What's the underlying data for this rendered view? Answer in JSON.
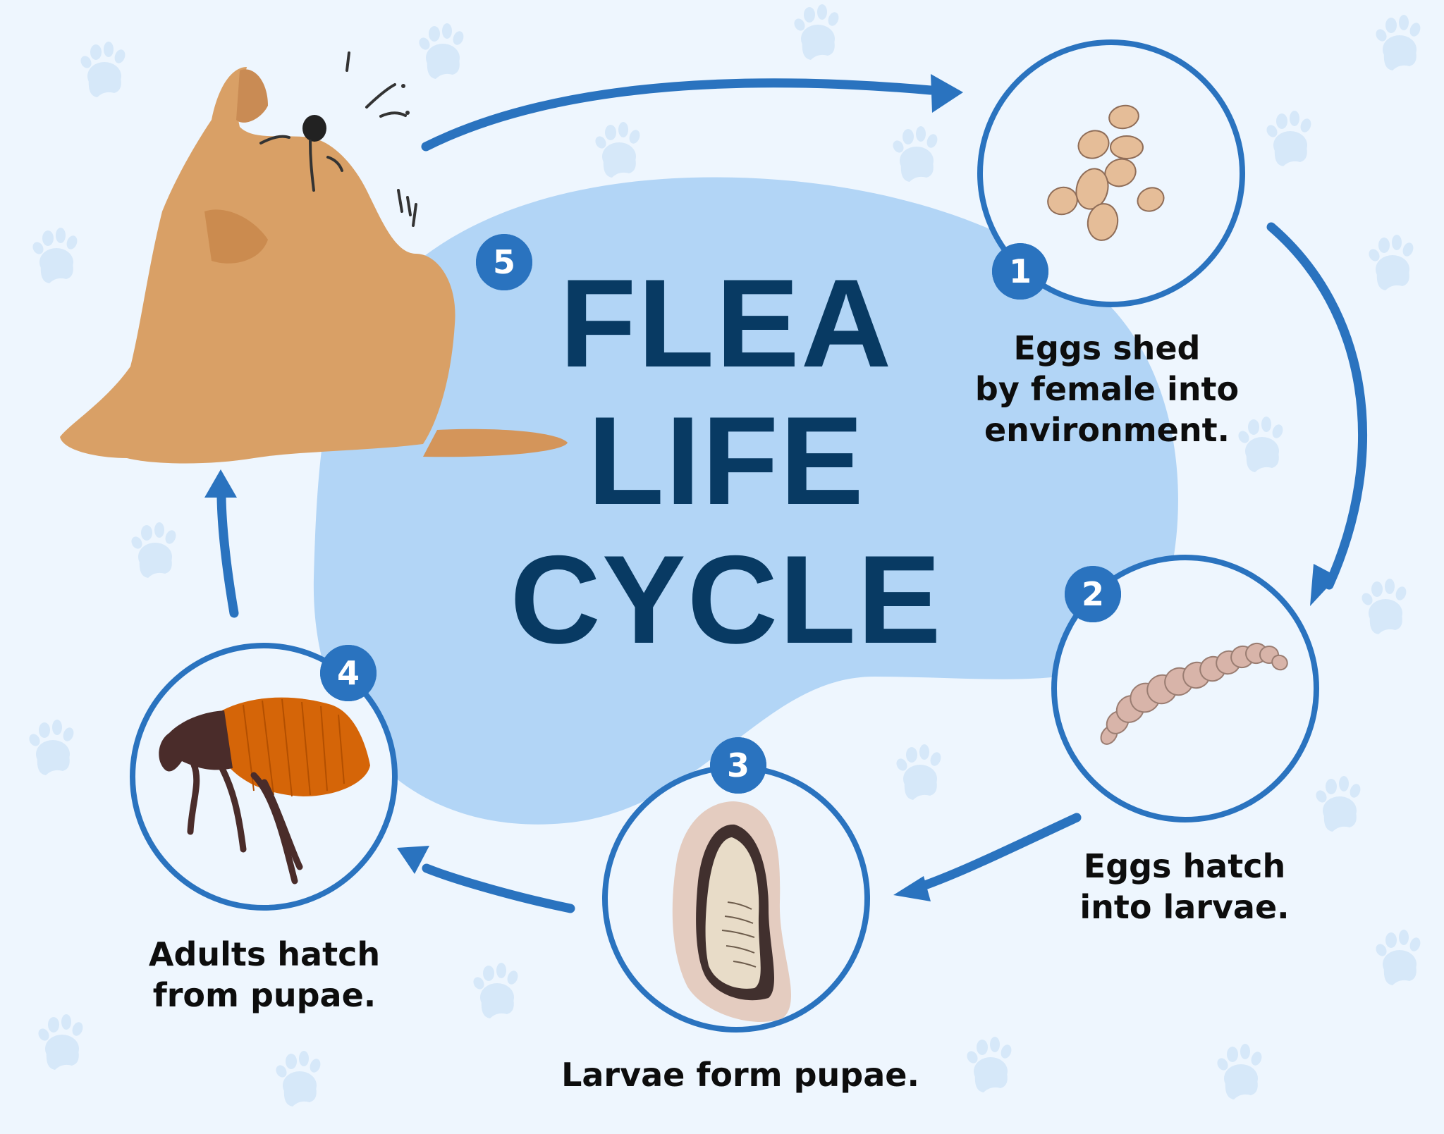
{
  "infographic": {
    "title_lines": [
      "FLEA",
      "LIFE",
      "CYCLE"
    ],
    "colors": {
      "background": "#eef6fe",
      "blob": "#b2d5f6",
      "paw_print": "#d6e8f9",
      "accent_blue": "#2a73bf",
      "title_navy": "#083a63",
      "caption_text": "#0d0d0d"
    },
    "stages": [
      {
        "number": "1",
        "caption_lines": [
          "Eggs shed",
          "by female into",
          "environment."
        ],
        "illustration": "flea-eggs"
      },
      {
        "number": "2",
        "caption_lines": [
          "Eggs hatch",
          "into larvae."
        ],
        "illustration": "larva"
      },
      {
        "number": "3",
        "caption_lines": [
          "Larvae form pupae."
        ],
        "illustration": "pupa-cocoon"
      },
      {
        "number": "4",
        "caption_lines": [
          "Adults hatch",
          "from pupae."
        ],
        "illustration": "adult-flea"
      },
      {
        "number": "5",
        "caption_lines": [],
        "illustration": "scratching-dog"
      }
    ]
  }
}
